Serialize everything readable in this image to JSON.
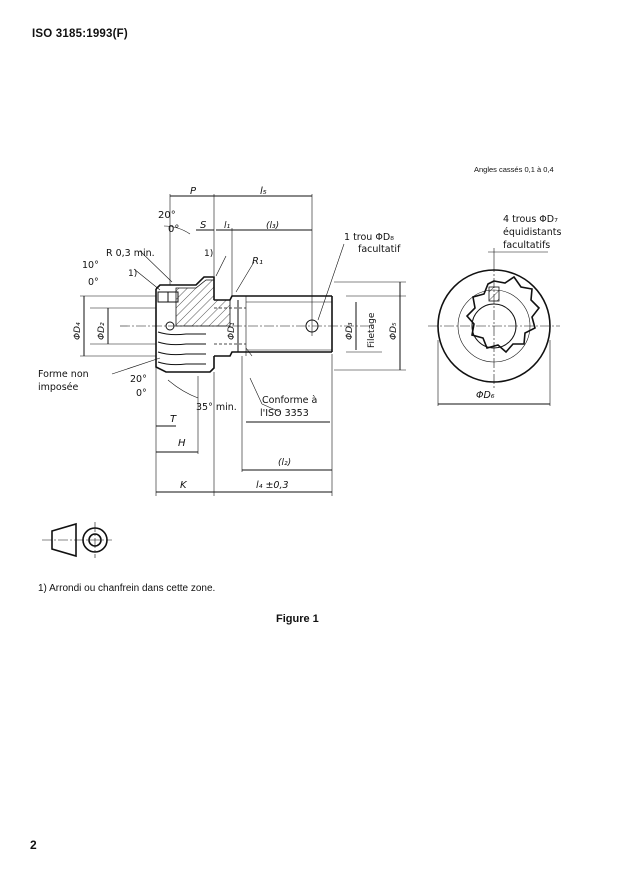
{
  "header": {
    "standard": "ISO 3185:1993(F)"
  },
  "page": {
    "number": "2"
  },
  "note": {
    "angles": "Angles cassés 0,1 à 0,4"
  },
  "footnote": {
    "text": "1) Arrondi ou chanfrein dans cette zone."
  },
  "caption": {
    "text": "Figure 1"
  },
  "drawing": {
    "labels": {
      "P": "P",
      "l5": "l₅",
      "angle20_top": "20°",
      "angle0_top": "0°",
      "S": "S",
      "l1": "l₁",
      "l3": "(l₃)",
      "r03": "R 0,3 min.",
      "fn_ref_a": "1)",
      "fn_ref_b": "1)",
      "angle10": "10°",
      "angle0_left": "0°",
      "R1": "R₁",
      "hole_line1": "1 trou ΦD₈",
      "hole_line2": "facultatif",
      "D4": "ΦD₄",
      "D2": "ΦD₂",
      "D1": "ΦD₁",
      "D3": "ΦD₃",
      "filetage": "Filetage",
      "D5": "ΦD₅",
      "forme1": "Forme non",
      "forme2": "imposée",
      "angle20_bot": "20°",
      "angle0_bot": "0°",
      "angle35": "35° min.",
      "T": "T",
      "conf1": "Conforme à",
      "conf2": "l'ISO 3353",
      "H": "H",
      "l2": "(l₂)",
      "K": "K",
      "l4": "l₄ ±0,3",
      "holes4_1": "4 trous ΦD₇",
      "holes4_2": "équidistants",
      "holes4_3": "facultatifs",
      "D6": "ΦD₆"
    }
  }
}
